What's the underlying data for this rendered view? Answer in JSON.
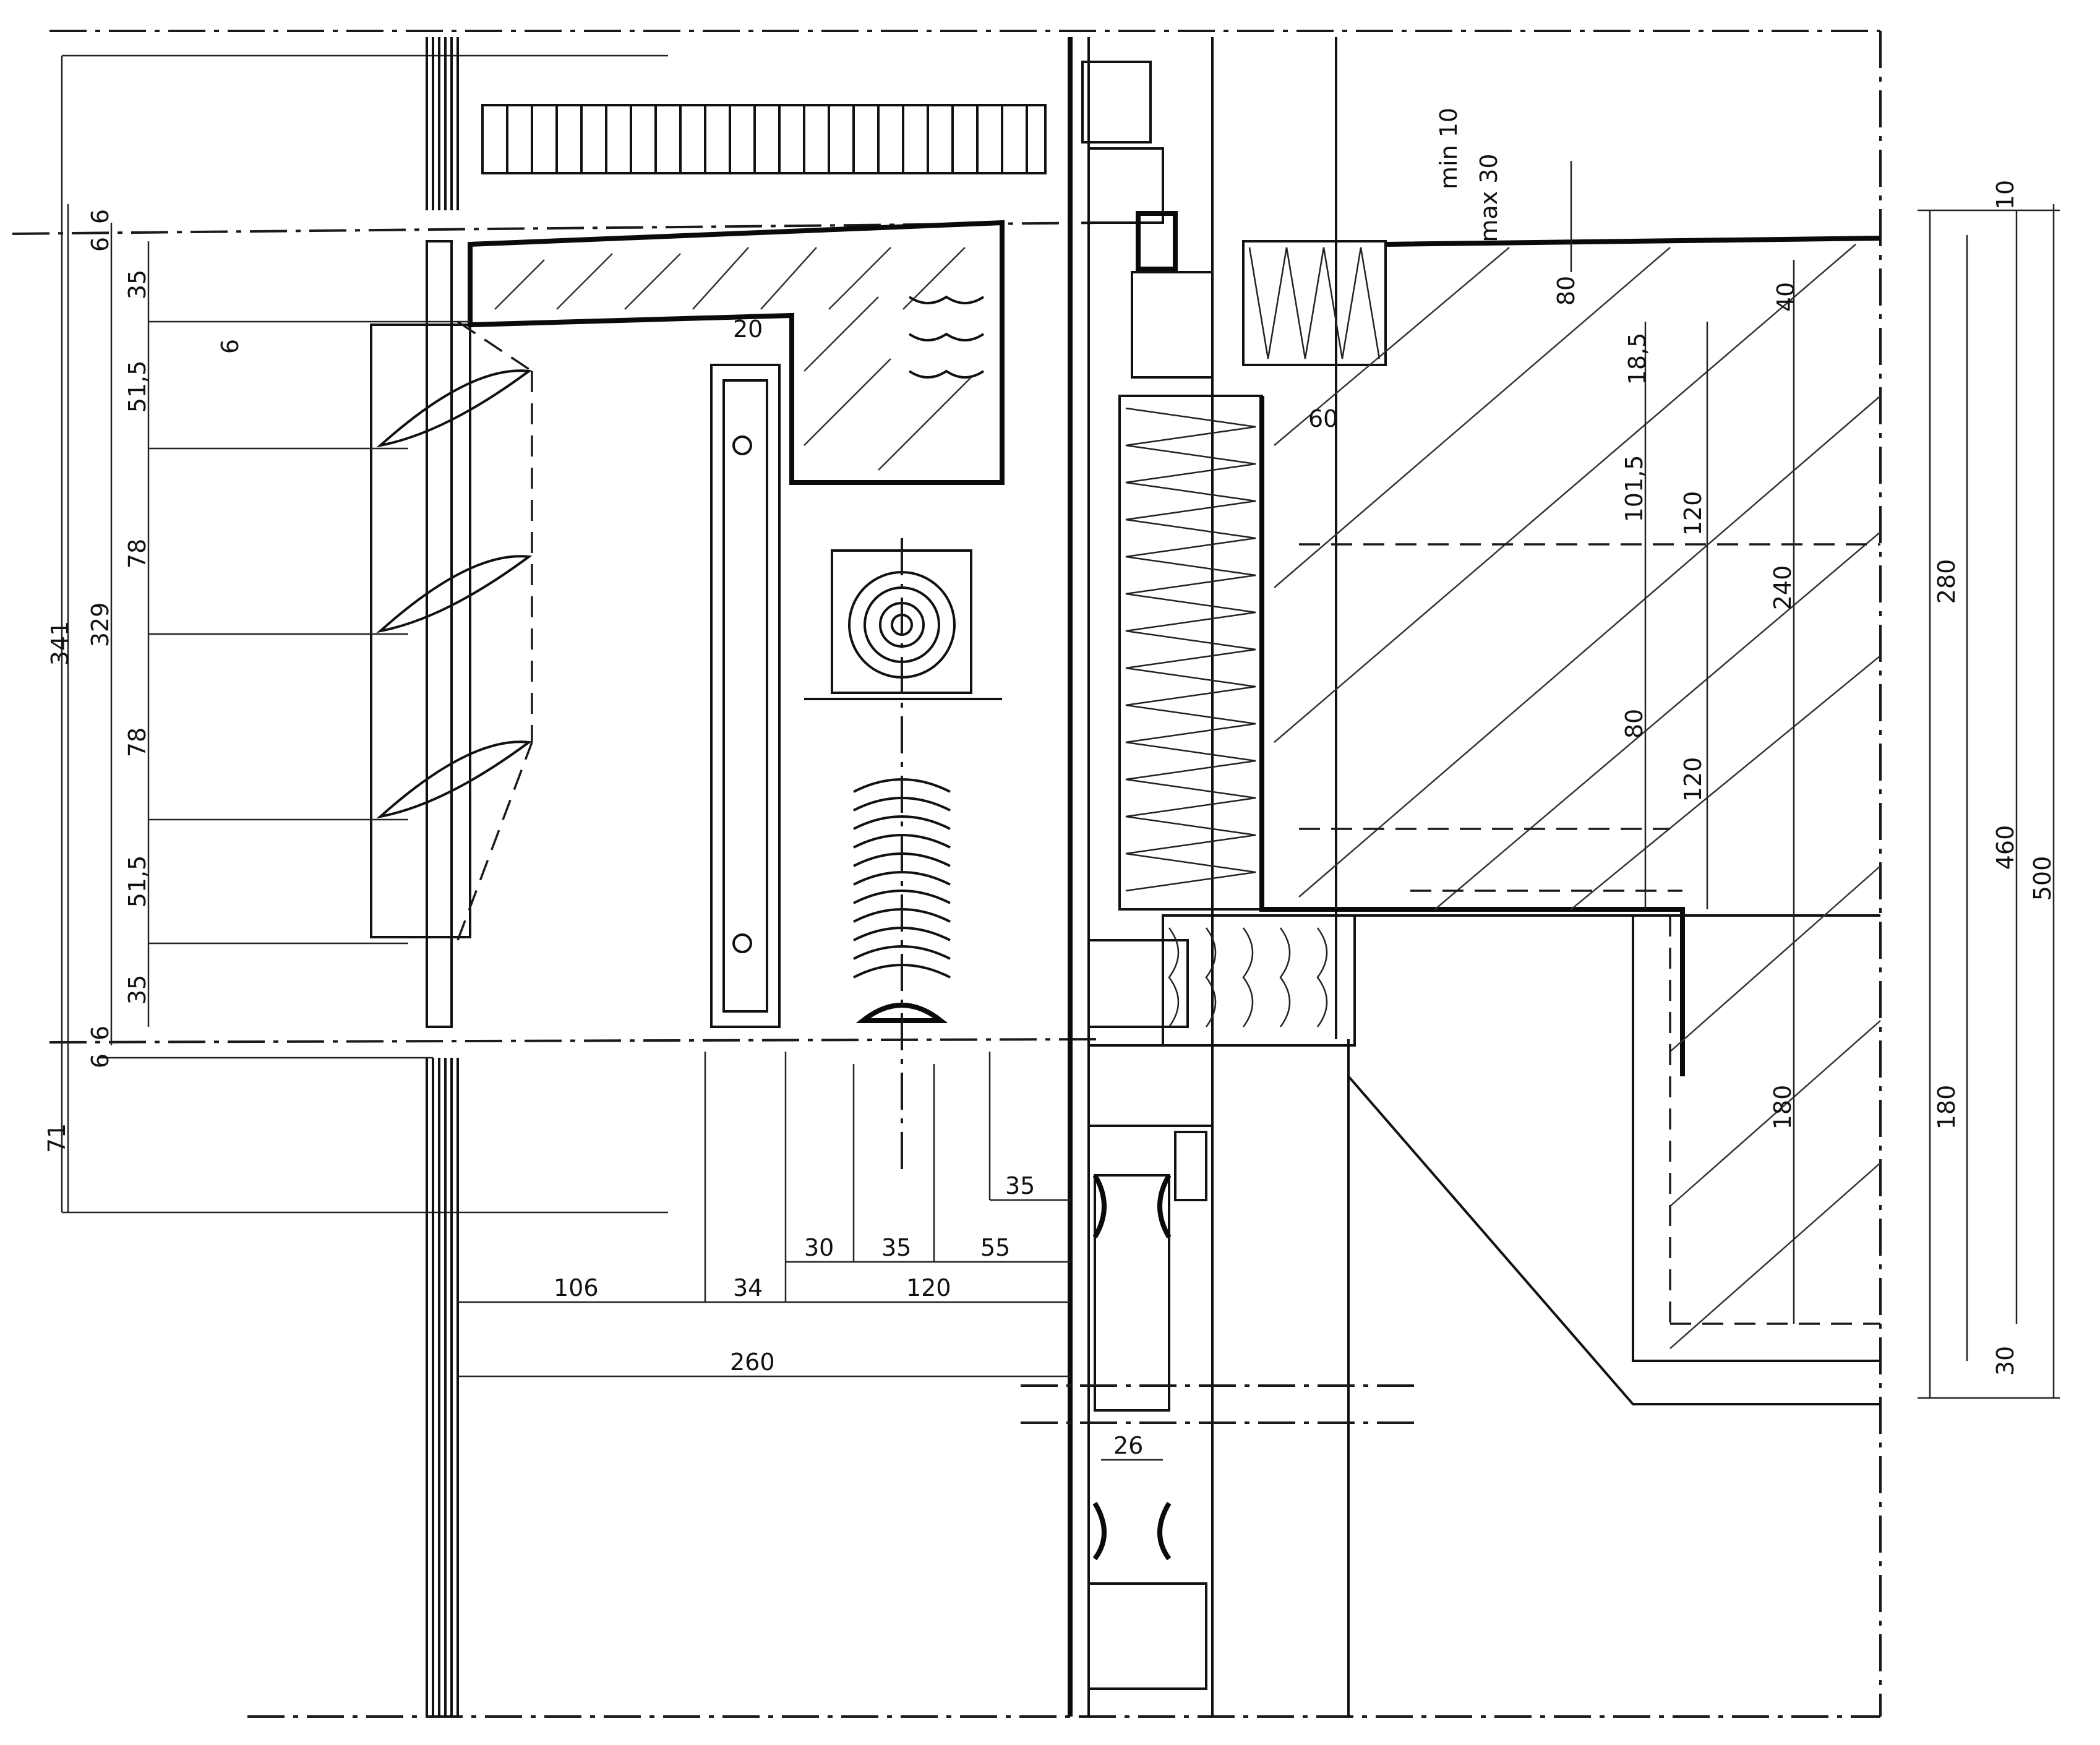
{
  "drawing": {
    "dimensions_left": {
      "overall_341": "341",
      "inner_329": "329",
      "top_6a": "6",
      "top_6b": "6",
      "d_35_top": "35",
      "d_51_5_top": "51,5",
      "d_78_a": "78",
      "d_78_b": "78",
      "d_51_5_bottom": "51,5",
      "d_35_bottom": "35",
      "bottom_6a": "6",
      "bottom_6b": "6",
      "d_71": "71",
      "small_6": "6"
    },
    "dimensions_bottom": {
      "d_20": "20",
      "d_35_vertical": "35",
      "d_30": "30",
      "d_35": "35",
      "d_55": "55",
      "d_106": "106",
      "d_34": "34",
      "d_120": "120",
      "d_260": "260",
      "d_26": "26"
    },
    "dimensions_right": {
      "min_10": "min 10",
      "max_30": "max 30",
      "d_80_top": "80",
      "d_18_5": "18,5",
      "d_40": "40",
      "d_60": "60",
      "d_101_5": "101,5",
      "d_120_a": "120",
      "d_240": "240",
      "d_80_mid": "80",
      "d_120_b": "120",
      "d_180_inner": "180",
      "d_280": "280",
      "d_180_outer": "180",
      "d_460": "460",
      "d_500": "500",
      "d_10": "10",
      "d_30": "30"
    }
  }
}
